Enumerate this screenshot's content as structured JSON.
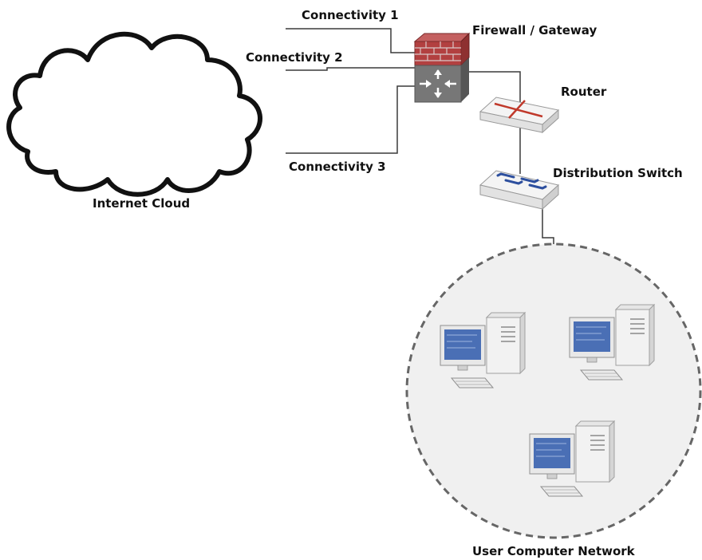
{
  "labels": {
    "connectivity_1": "Connectivity 1",
    "connectivity_2": "Connectivity 2",
    "connectivity_3": "Connectivity 3",
    "firewall": "Firewall / Gateway",
    "router": "Router",
    "switch": "Distribution Switch",
    "internet_cloud": "Internet Cloud",
    "user_network": "User Computer Network"
  },
  "colors": {
    "line": "#3a3a3a",
    "brick": "#b24040",
    "mortar": "#d9c8c8",
    "gateway_body": "#777777",
    "router_x": "#c0392b",
    "switch_arrows": "#2d4f9e",
    "screen": "#4a6fb5",
    "network_fill": "#f0f0f0",
    "network_border": "#666666"
  },
  "icons": {
    "cloud": "cloud-icon",
    "firewall": "firewall-brick-icon",
    "gateway": "gateway-arrows-icon",
    "router": "router-icon",
    "switch": "switch-icon",
    "computer": "desktop-computer-icon"
  }
}
